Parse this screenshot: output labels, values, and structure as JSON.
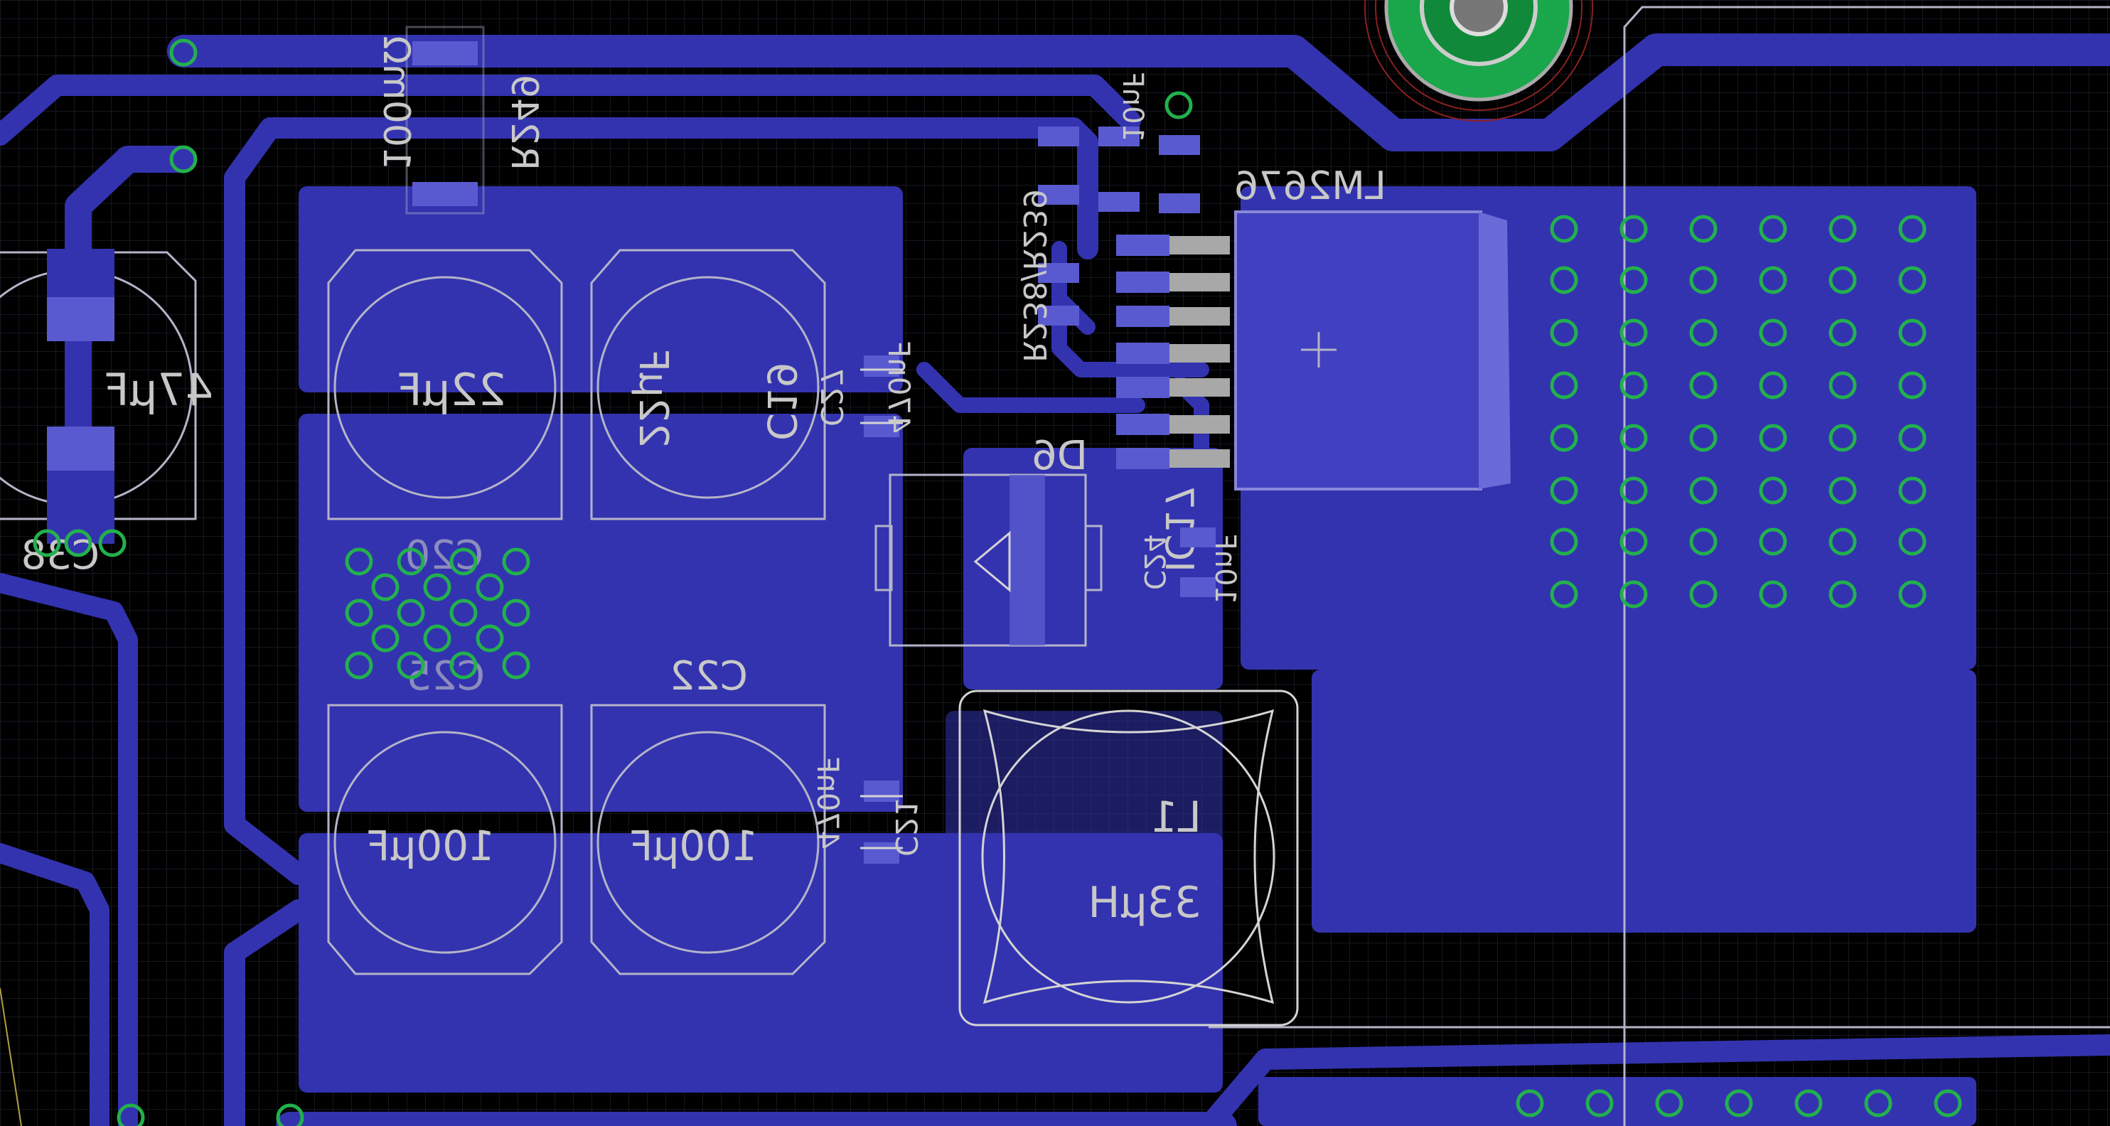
{
  "board": {
    "colors": {
      "background": "#000000",
      "copper_top": "#3333b0",
      "pad": "#5a5ad0",
      "silkscreen": "#c8c8c8",
      "via": "#22b14c",
      "grid": "#1e1e2a"
    },
    "labels": {
      "c38_ref": "C38",
      "c38_value": "47µF",
      "c20_value": "22µF",
      "c19_ref": "C19",
      "c19_value": "22µF",
      "c20_ref": "C20",
      "c25_ref": "C25",
      "c22_ref": "C22",
      "c25_value": "100µF",
      "c22_value": "100µF",
      "c27_ref": "C27",
      "c27_value": "470nF",
      "c21_ref": "C21",
      "c21_value": "470nF",
      "d6_ref": "D6",
      "l1_ref": "L1",
      "l1_value": "33µH",
      "ic17_ref": "IC17",
      "ic17_part": "LM2676",
      "c24_ref": "C24",
      "c24_value": "10nF",
      "cap_top_value": "10nF",
      "r_top_ref": "R249",
      "r_top_value": "100mΩ",
      "r_small_ref": "R238",
      "r_small_value": "R238/R239"
    }
  }
}
